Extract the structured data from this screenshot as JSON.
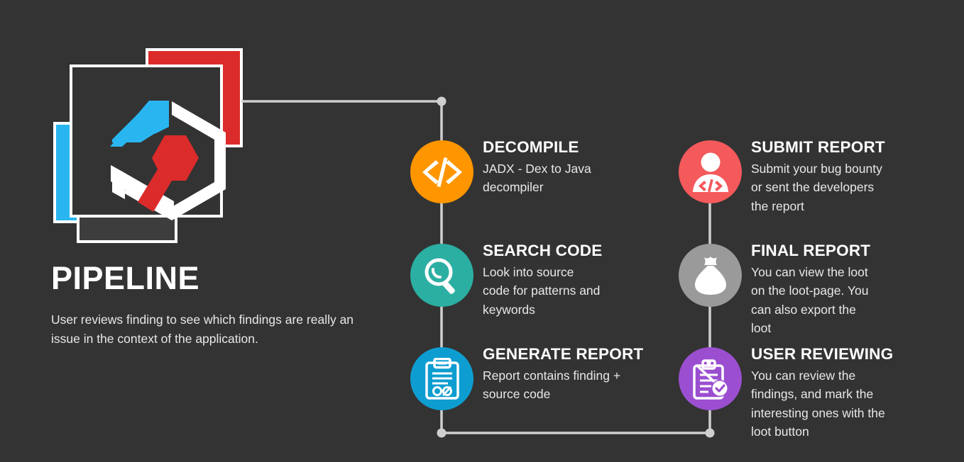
{
  "page": {
    "background_color": "#333333",
    "title": "PIPELINE",
    "description": "User reviews finding to see which findings are really an issue in the context of the application."
  },
  "logo": {
    "name": "pipeline-hexagon-logo",
    "card_colors": {
      "blue": "#29B6F0",
      "red": "#DC2B2B",
      "gray": "#3d3d3d",
      "main": "#333333",
      "border": "#ffffff"
    },
    "mark_colors": {
      "accent_blue": "#29B6F0",
      "accent_red": "#DC2B2B",
      "outline": "#ffffff"
    }
  },
  "connector": {
    "color": "#cfcfcf",
    "node_color": "#cfcfcf"
  },
  "steps": [
    {
      "id": "decompile",
      "icon": "code-brackets-icon",
      "color": "#FF9600",
      "title": "DECOMPILE",
      "description": "JADX - Dex to Java decompiler",
      "column": "left",
      "row": 1
    },
    {
      "id": "search-code",
      "icon": "magnifying-glass-icon",
      "color": "#2BAFA2",
      "title": "SEARCH CODE",
      "description": "Look into source code for patterns and keywords",
      "column": "left",
      "row": 2
    },
    {
      "id": "generate-report",
      "icon": "clipboard-report-icon",
      "color": "#0E9DD0",
      "title": "GENERATE REPORT",
      "description": "Report contains finding + source code",
      "column": "left",
      "row": 3
    },
    {
      "id": "submit-report",
      "icon": "user-developer-icon",
      "color": "#F4595B",
      "title": "SUBMIT REPORT",
      "description": "Submit your bug bounty or sent the developers the report",
      "column": "right",
      "row": 1
    },
    {
      "id": "final-report",
      "icon": "money-bag-icon",
      "color": "#9A9A9A",
      "title": "FINAL REPORT",
      "description": "You can view the loot on the loot-page. You can also export the loot",
      "column": "right",
      "row": 2
    },
    {
      "id": "user-reviewing",
      "icon": "clipboard-check-icon",
      "color": "#9B4FD0",
      "title": "USER REVIEWING",
      "description": "You can review the findings, and mark the interesting ones with the loot button",
      "column": "right",
      "row": 3
    }
  ]
}
